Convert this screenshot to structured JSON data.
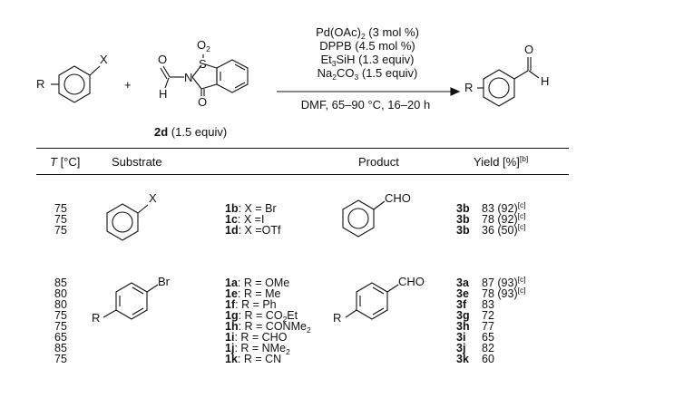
{
  "scheme": {
    "reactant_substituent": "R",
    "reactant_leaving_group": "X",
    "plus": "+",
    "reagent_atoms": {
      "o_top": "O",
      "h": "H",
      "n": "N",
      "s": "S",
      "o2": "O",
      "o2_sub": "2",
      "o_bottom": "O"
    },
    "reagent_label_bold": "2d",
    "reagent_label_rest": " (1.5 equiv)",
    "conditions_above": [
      {
        "pre": "Pd(OAc)",
        "sub": "2",
        "post": " (3 mol %)"
      },
      {
        "pre": "DPPB (4.5 mol %)",
        "sub": "",
        "post": ""
      },
      {
        "pre": "Et",
        "sub": "3",
        "post": "SiH (1.3 equiv)"
      },
      {
        "pre": "Na",
        "sub": "2",
        "post": "CO",
        "sub2": "3",
        "post2": " (1.5 equiv)"
      }
    ],
    "conditions_below": "DMF, 65–90 °C, 16–20 h",
    "product_substituent": "R",
    "product_o": "O",
    "product_h": "H"
  },
  "table": {
    "headers": {
      "temp_italic": "T",
      "temp_rest": " [°C]",
      "substrate": "Substrate",
      "product": "Product",
      "yield": "Yield  [%]",
      "yield_note": "[b]"
    },
    "group1": {
      "temps": [
        "75",
        "75",
        "75"
      ],
      "substrate_x": "X",
      "product_cho": "CHO",
      "entries": [
        {
          "id": "1b",
          "text": ": X = Br"
        },
        {
          "id": "1c",
          "text": ": X =I"
        },
        {
          "id": "1d",
          "text": ": X =OTf"
        }
      ],
      "products": [
        "3b",
        "3b",
        "3b"
      ],
      "yields": [
        {
          "value": "83 (92)",
          "note": "[c]"
        },
        {
          "value": "78 (92)",
          "note": "[c]"
        },
        {
          "value": "36 (50)",
          "note": "[c]"
        }
      ]
    },
    "group2": {
      "temps": [
        "85",
        "80",
        "80",
        "75",
        "75",
        "65",
        "85",
        "75"
      ],
      "substrate_r": "R",
      "substrate_br": "Br",
      "product_r": "R",
      "product_cho": "CHO",
      "entries": [
        {
          "id": "1a",
          "pre": ": R = OMe"
        },
        {
          "id": "1e",
          "pre": ": R = Me"
        },
        {
          "id": "1f",
          "pre": ": R = Ph"
        },
        {
          "id": "1g",
          "pre": ": R = CO",
          "sub": "2",
          "post": "Et"
        },
        {
          "id": "1h",
          "pre": ": R = CONMe",
          "sub": "2",
          "post": ""
        },
        {
          "id": "1i",
          "pre": ": R = CHO"
        },
        {
          "id": "1j",
          "pre": ": R = NMe",
          "sub": "2",
          "post": ""
        },
        {
          "id": "1k",
          "pre": ": R = CN"
        }
      ],
      "products": [
        "3a",
        "3e",
        "3f",
        "3g",
        "3h",
        "3i",
        "3j",
        "3k"
      ],
      "yields": [
        {
          "value": "87 (93)",
          "note": "[c]"
        },
        {
          "value": "78 (93)",
          "note": "[c]"
        },
        {
          "value": "83",
          "note": ""
        },
        {
          "value": "72",
          "note": ""
        },
        {
          "value": "77",
          "note": ""
        },
        {
          "value": "65",
          "note": ""
        },
        {
          "value": "82",
          "note": ""
        },
        {
          "value": "60",
          "note": ""
        }
      ]
    }
  }
}
